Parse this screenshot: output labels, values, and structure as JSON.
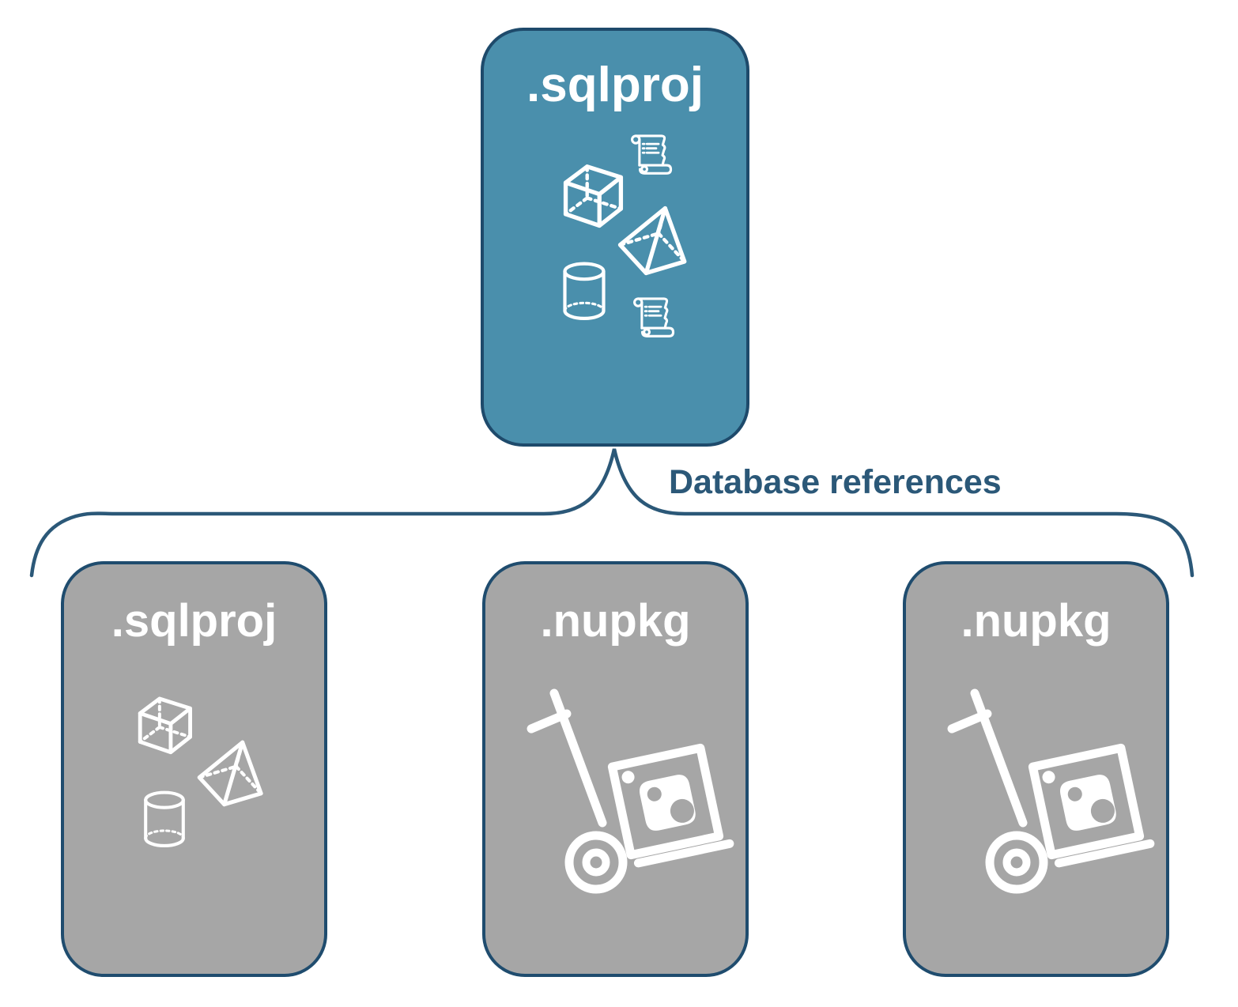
{
  "edge_label": "Database references",
  "nodes": {
    "root": {
      "label": ".sqlproj",
      "icons": [
        "cube-icon",
        "script-scroll-icon",
        "pyramid-icon",
        "cylinder-icon",
        "script-scroll-icon"
      ]
    },
    "children": [
      {
        "label": ".sqlproj",
        "icons": [
          "cube-icon",
          "pyramid-icon",
          "cylinder-icon"
        ]
      },
      {
        "label": ".nupkg",
        "icons": [
          "package-dolly-icon"
        ]
      },
      {
        "label": ".nupkg",
        "icons": [
          "package-dolly-icon"
        ]
      }
    ]
  },
  "colors": {
    "root_fill": "#4A8FAC",
    "child_fill": "#A6A6A6",
    "border": "#1F4C6E",
    "label_color": "#2B5878",
    "icon_color": "#FFFFFF",
    "background": "#FFFFFF"
  }
}
